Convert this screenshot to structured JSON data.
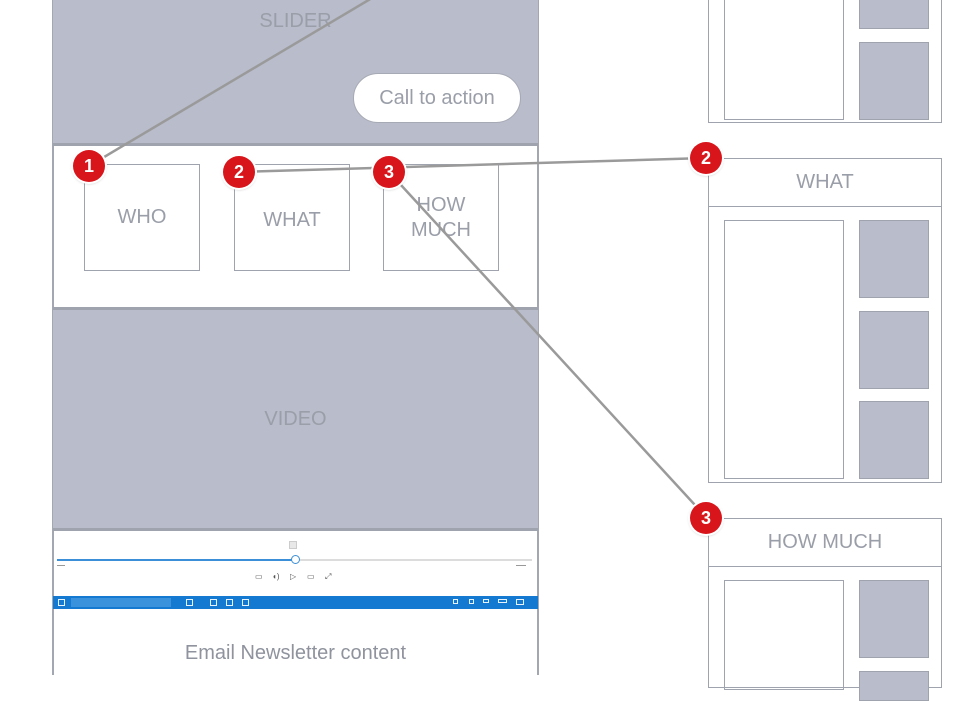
{
  "left_page": {
    "slider": {
      "label": "SLIDER",
      "cta_label": "Call to action"
    },
    "tiles": [
      {
        "label": "WHO"
      },
      {
        "label": "WHAT"
      },
      {
        "label": "HOW MUCH"
      }
    ],
    "video": {
      "label": "VIDEO"
    },
    "player": {
      "progress_value": 0.5,
      "controls": [
        "captions-icon",
        "volume-icon",
        "play-icon",
        "settings-icon",
        "fullscreen-icon"
      ]
    },
    "newsletter": {
      "label": "Email Newsletter content"
    }
  },
  "right_panels": [
    {
      "title": "WHAT"
    },
    {
      "title": "HOW MUCH"
    }
  ],
  "markers": [
    {
      "number": "1"
    },
    {
      "number": "2"
    },
    {
      "number": "3"
    },
    {
      "number": "2"
    },
    {
      "number": "3"
    }
  ],
  "colors": {
    "placeholder": "#b8bccb",
    "marker": "#d8151b",
    "connector": "#9a9a9a",
    "taskbar": "#1479d1",
    "border": "#9ea3ad"
  }
}
